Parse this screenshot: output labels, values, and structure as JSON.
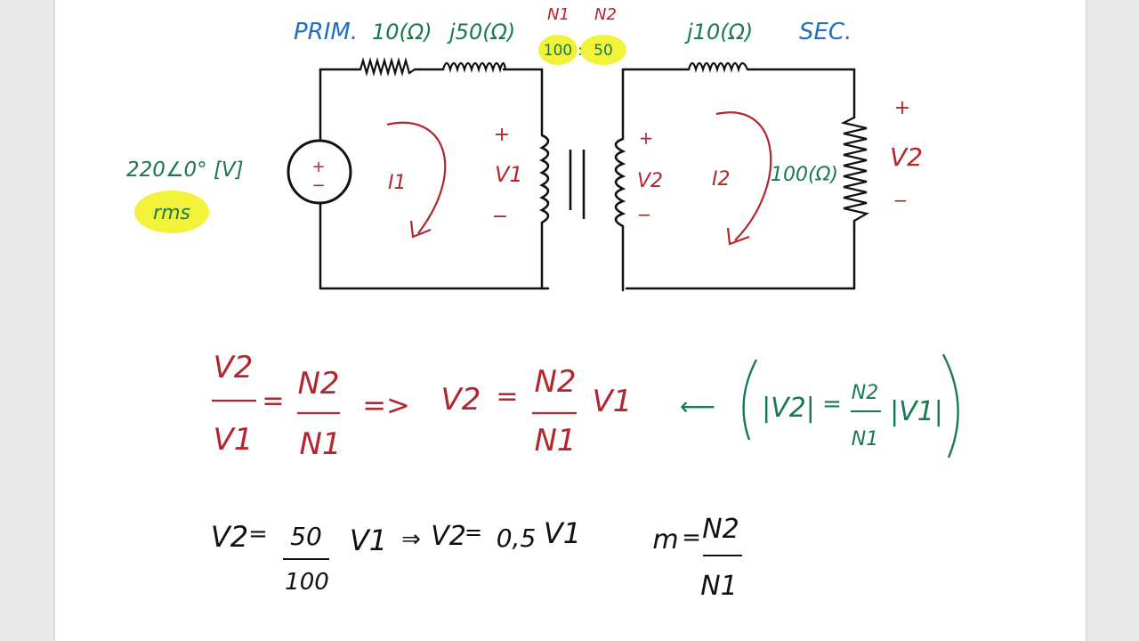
{
  "colors": {
    "ink": "#111111",
    "blue": "#1f6fc4",
    "green": "#1a7a4f",
    "red": "#b3262d",
    "highlight": "#f2f23a"
  },
  "labels": {
    "prim": "PRIM.",
    "r1": "10(Ω)",
    "x1": "j50(Ω)",
    "n1": "N1",
    "n2": "N2",
    "n1_val": "100",
    "ratio_sep": ":",
    "n2_val": "50",
    "x2": "j10(Ω)",
    "sec": "SEC.",
    "source_value": "220∠0° [V]",
    "rms": "rms",
    "load": "100(Ω)",
    "i1": "I1",
    "i2": "I2",
    "v1": "V1",
    "v2": "V2",
    "plus": "+",
    "minus": "−"
  },
  "equations": {
    "v2": "V2",
    "v1": "V1",
    "n2": "N2",
    "n1": "N1",
    "equals": "=",
    "implies": "=>",
    "arrow": "⟵",
    "abs_v2": "|V2|",
    "abs_v1": "|V1|",
    "num50": "50",
    "den100": "100",
    "implies2": "⇒",
    "half": "0,5",
    "m": "m"
  }
}
